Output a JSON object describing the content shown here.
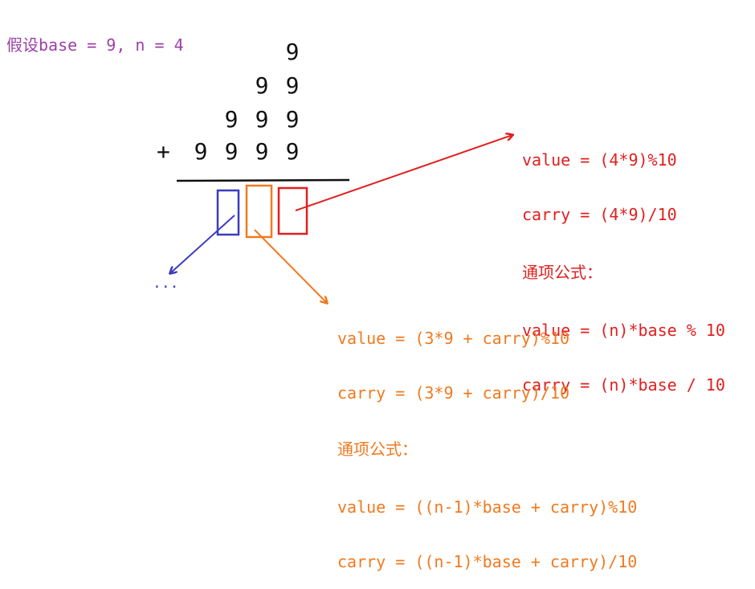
{
  "assumption": "假设base = 9, n = 4",
  "addition": {
    "rows": [
      [
        "9"
      ],
      [
        "9",
        "9"
      ],
      [
        "9",
        "9",
        "9"
      ],
      [
        "9",
        "9",
        "9",
        "9"
      ]
    ],
    "operator": "+"
  },
  "ellipsis": "...",
  "red_block": {
    "value_line": "value = (4*9)%10",
    "carry_line": "carry = (4*9)/10",
    "general_heading": "通项公式：",
    "general_value": "value = (n)*base % 10",
    "general_carry": "carry = (n)*base / 10"
  },
  "orange_block": {
    "value_line": "value = (3*9 + carry)%10",
    "carry_line": "carry = (3*9 + carry)/10",
    "general_heading": "通项公式：",
    "general_value": "value = ((n-1)*base + carry)%10",
    "general_carry": "carry = ((n-1)*base + carry)/10"
  },
  "colors": {
    "assumption": "#9b3fa8",
    "red": "#e02020",
    "orange": "#f07a20",
    "blue": "#3c3cc0",
    "black": "#111111"
  }
}
